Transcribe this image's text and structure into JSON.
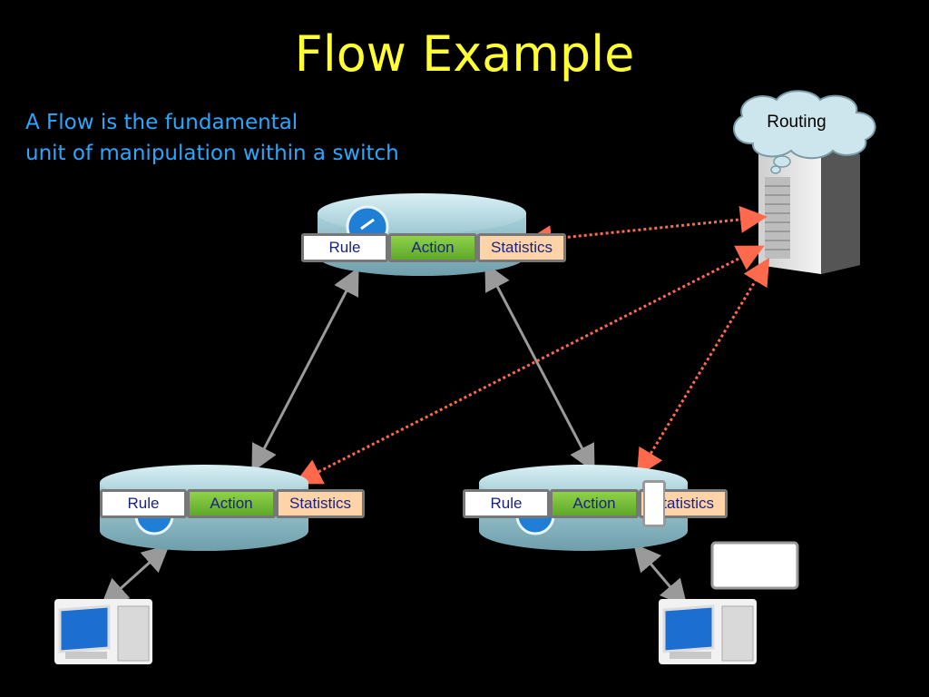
{
  "slide": {
    "title": "Flow Example",
    "subtitle_line1": "A Flow is the fundamental",
    "subtitle_line2": "unit of manipulation within a switch"
  },
  "controller": {
    "cloud_label": "Routing"
  },
  "switches": [
    {
      "id": "top",
      "rule": "Rule",
      "action": "Action",
      "statistics": "Statistics"
    },
    {
      "id": "bottom-left",
      "rule": "Rule",
      "action": "Action",
      "statistics": "Statistics"
    },
    {
      "id": "bottom-right",
      "rule": "Rule",
      "action": "Action",
      "statistics": "Statistics"
    }
  ],
  "colors": {
    "title": "#ffff33",
    "subtitle": "#2aa8ff",
    "control_link": "#ff6a4d",
    "data_link": "#999999",
    "action_box": "#6cbf34",
    "statistics_box": "#ffd3a8"
  }
}
